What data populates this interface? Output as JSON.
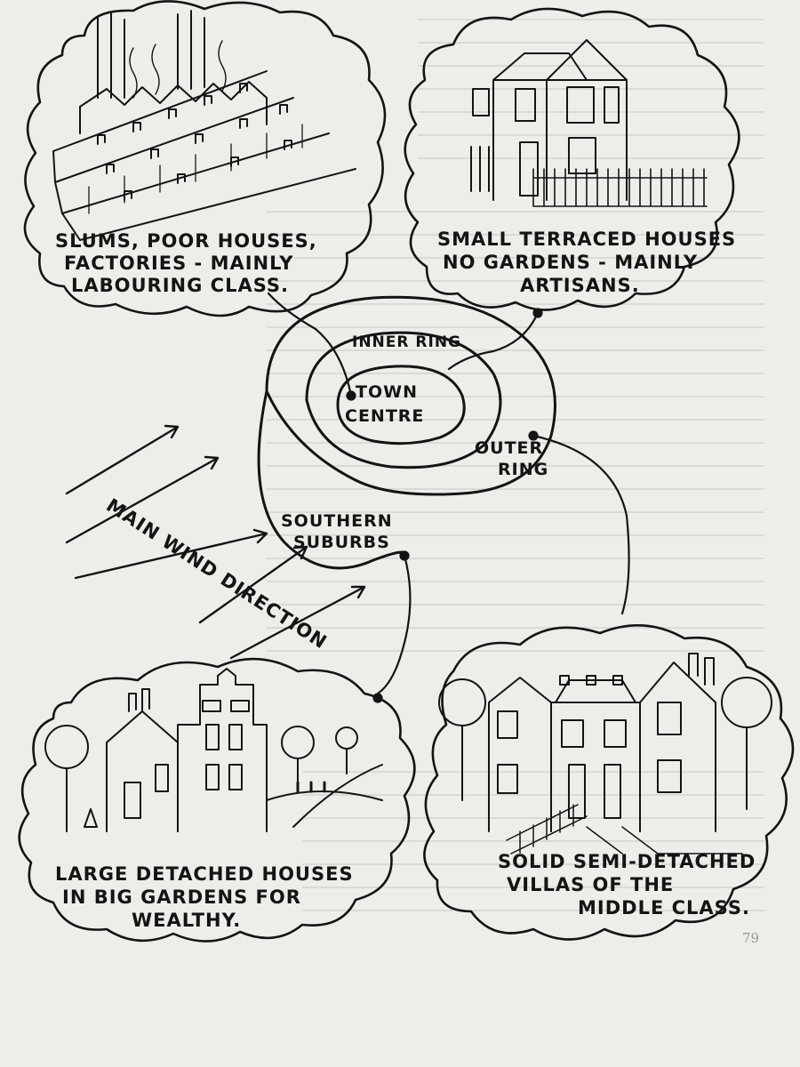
{
  "captions": {
    "slums": [
      "SLUMS, POOR HOUSES,",
      "FACTORIES - MAINLY",
      "LABOURING CLASS."
    ],
    "terraced": [
      "SMALL TERRACED HOUSES",
      "NO GARDENS - MAINLY",
      "ARTISANS."
    ],
    "detached": [
      "LARGE DETACHED HOUSES",
      "IN BIG GARDENS FOR",
      "WEALTHY."
    ],
    "semi": [
      "SOLID SEMI-DETACHED",
      "VILLAS OF THE",
      "MIDDLE CLASS."
    ]
  },
  "rings": {
    "centre": [
      "TOWN",
      "CENTRE"
    ],
    "inner": "INNER RING",
    "outer": [
      "OUTER",
      "RING"
    ],
    "southern": [
      "SOUTHERN",
      "SUBURBS"
    ]
  },
  "wind_label": "MAIN WIND DIRECTION",
  "page_number": "79"
}
